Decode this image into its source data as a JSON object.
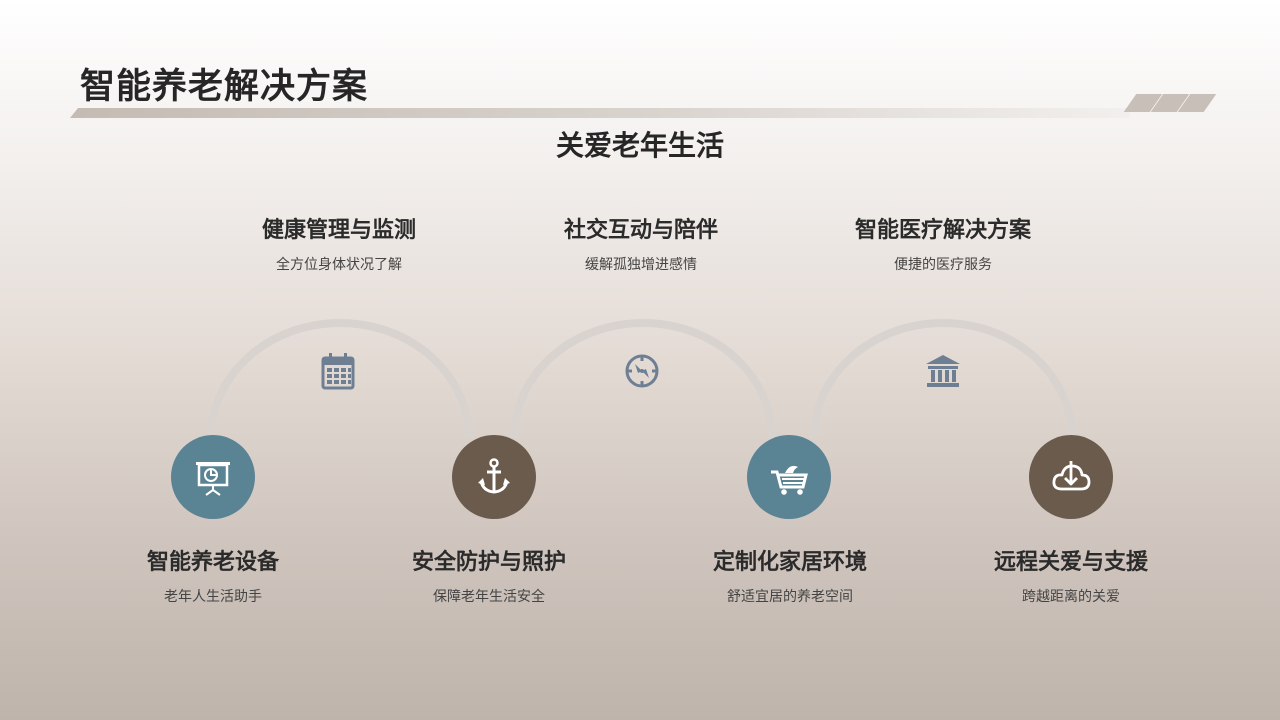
{
  "title": "智能养老解决方案",
  "subtitle": "关爱老年生活",
  "top_items": [
    {
      "heading": "健康管理与监测",
      "desc": "全方位身体状况了解",
      "icon": "calendar-icon"
    },
    {
      "heading": "社交互动与陪伴",
      "desc": "缓解孤独增进感情",
      "icon": "compass-icon"
    },
    {
      "heading": "智能医疗解决方案",
      "desc": "便捷的医疗服务",
      "icon": "bank-icon"
    }
  ],
  "bottom_items": [
    {
      "heading": "智能养老设备",
      "desc": "老年人生活助手",
      "icon": "presentation-chart-icon"
    },
    {
      "heading": "安全防护与照护",
      "desc": "保障老年生活安全",
      "icon": "anchor-icon"
    },
    {
      "heading": "定制化家居环境",
      "desc": "舒适宜居的养老空间",
      "icon": "shopping-cart-icon"
    },
    {
      "heading": "远程关爱与支援",
      "desc": "跨越距离的关爱",
      "icon": "cloud-download-icon"
    }
  ],
  "colors": {
    "teal": "#5a8394",
    "brown": "#6a5b4c",
    "arc": "#d8d3cf",
    "icon": "#6e7f93"
  }
}
